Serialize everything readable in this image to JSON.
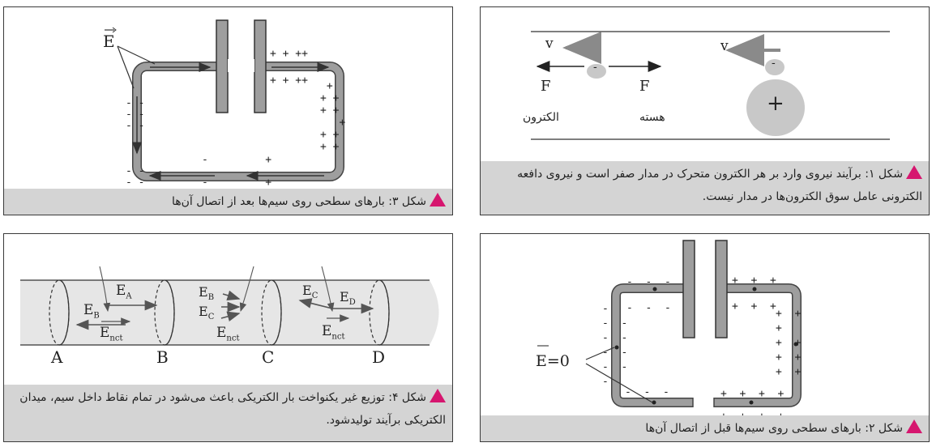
{
  "fig1": {
    "caption": "شکل ۱: برآیند نیروی وارد بر هر الکترون متحرک در مدار صفر است و نیروی دافعه الکترونی عامل سوق الکترون‌ها در مدار نیست.",
    "v_left": "v",
    "v_right": "v",
    "electron_sign": "-",
    "nucleus_electron_sign": "-",
    "nucleus_sign": "+",
    "f_left": "F",
    "f_right": "F",
    "label_electron": "الکترون",
    "label_nucleus": "هسته"
  },
  "fig2": {
    "caption": "شکل ۲: بارهای سطحی روی سیم‌ها قبل از اتصال آن‌ها",
    "e_label": "E=0"
  },
  "fig3": {
    "caption": "شکل ۳: بارهای سطحی روی سیم‌ها بعد از اتصال آن‌ها",
    "e_label": "E",
    "plus_top_outer": "+ + ++",
    "plus_top_inner": "+ + ++"
  },
  "fig4": {
    "caption": "شکل ۴: توزیع غیر یکنواخت بار الکتریکی باعث می‌شود در تمام نقاط داخل سیم، میدان الکتریکی برآیند تولیدشود.",
    "section_labels": [
      "A",
      "B",
      "C",
      "D"
    ],
    "field_labels": {
      "EA": "E",
      "EA_sub": "A",
      "EB1": "E",
      "EB1_sub": "B",
      "Enct1": "E",
      "Enct1_sub": "nct",
      "EB2": "E",
      "EB2_sub": "B",
      "EC2": "E",
      "EC2_sub": "C",
      "Enct2": "E",
      "Enct2_sub": "nct",
      "EC3": "E",
      "EC3_sub": "C",
      "ED": "E",
      "ED_sub": "D",
      "Enct3": "E",
      "Enct3_sub": "nct"
    }
  },
  "colors": {
    "wire": "#9e9e9e",
    "caption_bg": "#d4d4d4",
    "triangle": "#d6166f",
    "ball": "#c8c8c8"
  }
}
